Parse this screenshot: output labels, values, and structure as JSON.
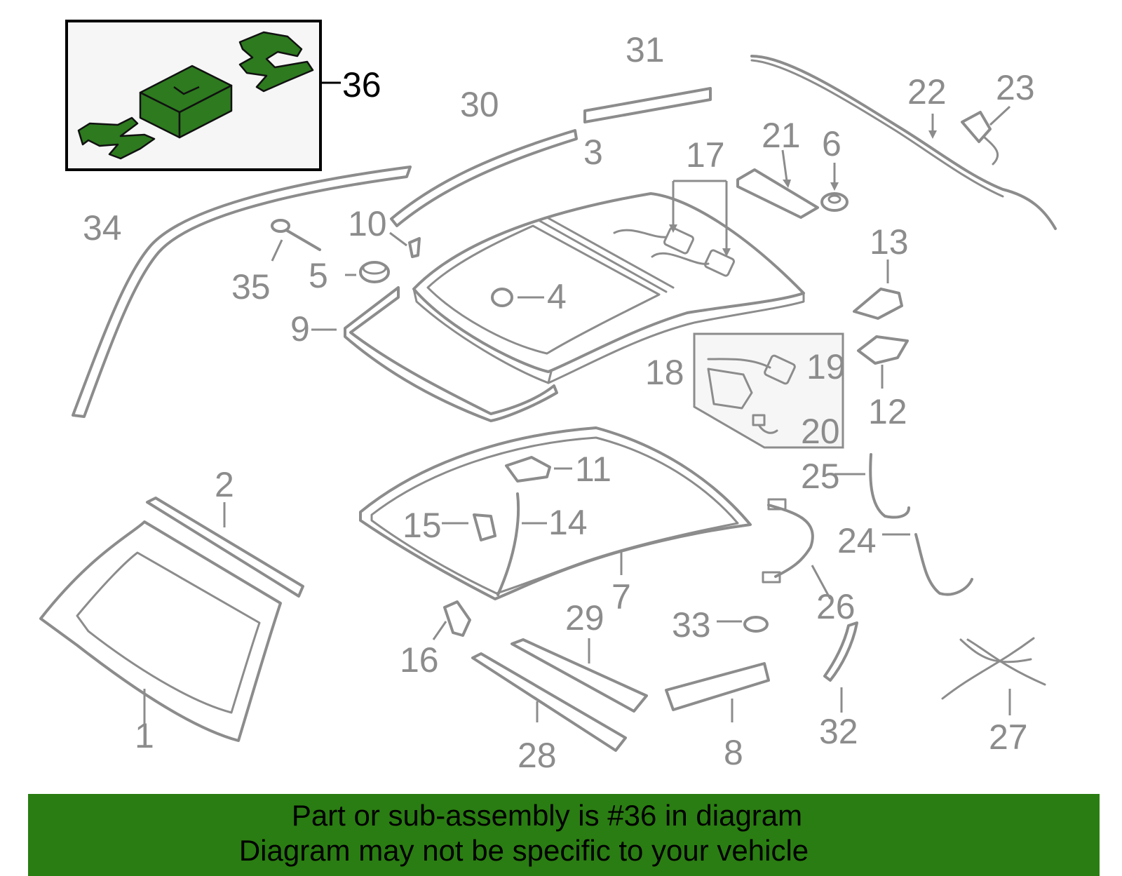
{
  "diagram": {
    "highlighted_part": "36",
    "labels": [
      {
        "id": "1",
        "text": "1"
      },
      {
        "id": "2",
        "text": "2"
      },
      {
        "id": "3",
        "text": "3"
      },
      {
        "id": "4",
        "text": "4"
      },
      {
        "id": "5",
        "text": "5"
      },
      {
        "id": "6",
        "text": "6"
      },
      {
        "id": "7",
        "text": "7"
      },
      {
        "id": "8",
        "text": "8"
      },
      {
        "id": "9",
        "text": "9"
      },
      {
        "id": "10",
        "text": "10"
      },
      {
        "id": "11",
        "text": "11"
      },
      {
        "id": "12",
        "text": "12"
      },
      {
        "id": "13",
        "text": "13"
      },
      {
        "id": "14",
        "text": "14"
      },
      {
        "id": "15",
        "text": "15"
      },
      {
        "id": "16",
        "text": "16"
      },
      {
        "id": "17",
        "text": "17"
      },
      {
        "id": "18",
        "text": "18"
      },
      {
        "id": "19",
        "text": "19"
      },
      {
        "id": "20",
        "text": "20"
      },
      {
        "id": "21",
        "text": "21"
      },
      {
        "id": "22",
        "text": "22"
      },
      {
        "id": "23",
        "text": "23"
      },
      {
        "id": "24",
        "text": "24"
      },
      {
        "id": "25",
        "text": "25"
      },
      {
        "id": "26",
        "text": "26"
      },
      {
        "id": "27",
        "text": "27"
      },
      {
        "id": "28",
        "text": "28"
      },
      {
        "id": "29",
        "text": "29"
      },
      {
        "id": "30",
        "text": "30"
      },
      {
        "id": "31",
        "text": "31"
      },
      {
        "id": "32",
        "text": "32"
      },
      {
        "id": "33",
        "text": "33"
      },
      {
        "id": "34",
        "text": "34"
      },
      {
        "id": "35",
        "text": "35"
      },
      {
        "id": "36",
        "text": "36"
      }
    ]
  },
  "banner": {
    "line1": "Part or sub-assembly is #36 in diagram",
    "line2": "Diagram may not be specific to your vehicle",
    "color": "#2a7d12"
  },
  "colors": {
    "part_stroke": "#8c8c8c",
    "highlight_fill": "#2d7a1f"
  }
}
